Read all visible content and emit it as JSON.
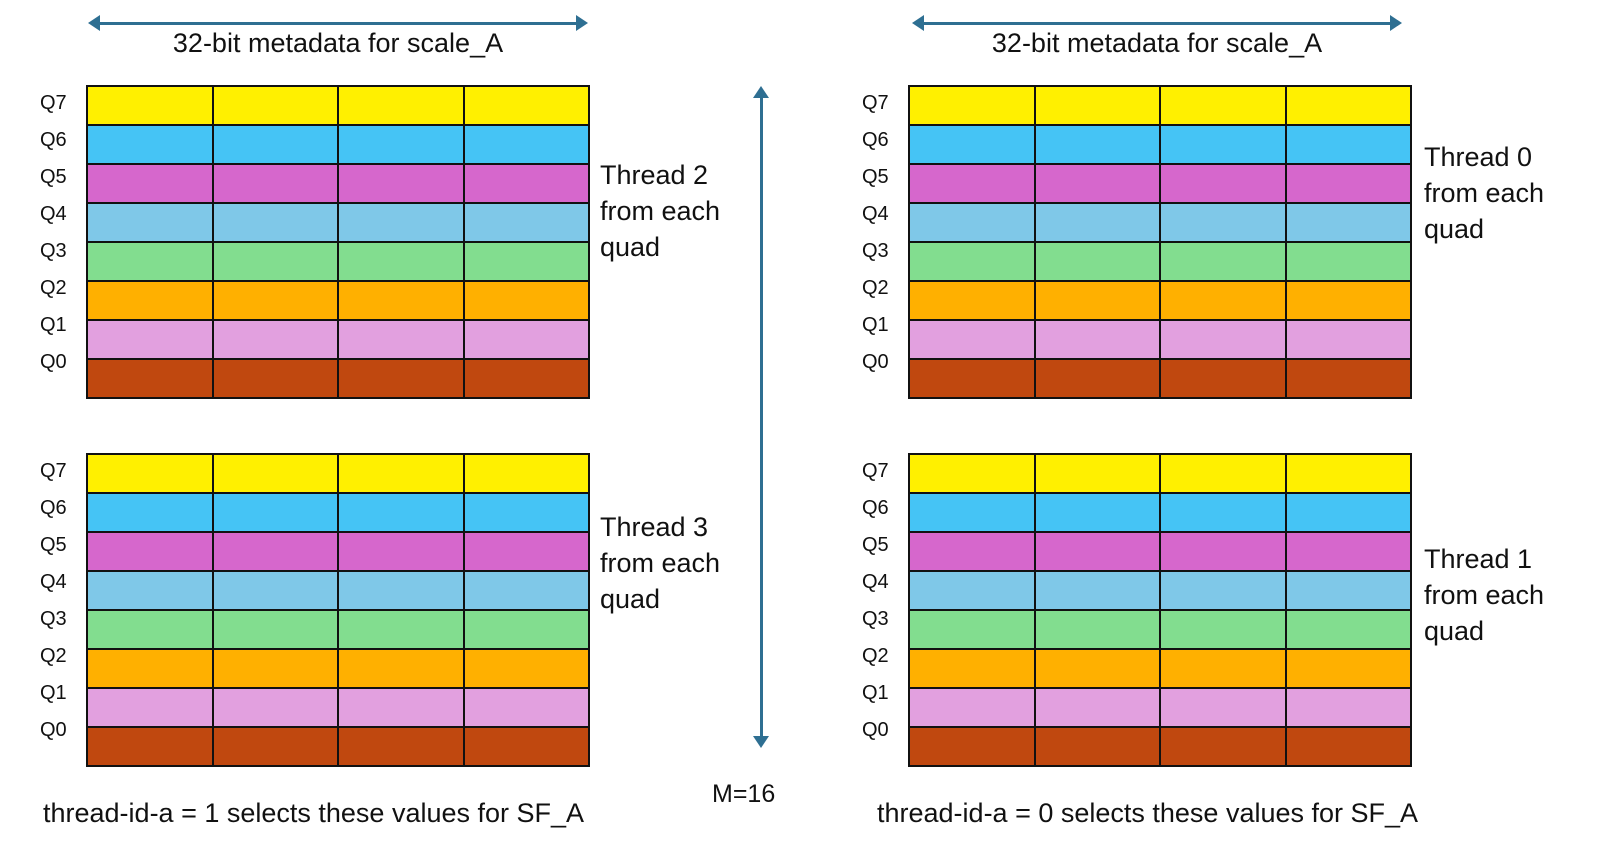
{
  "diagram": {
    "title_text": "32-bit metadata for scale_A",
    "arrow_color": "#2E6F92",
    "border_color": "#111111",
    "row_labels": [
      "Q7",
      "Q6",
      "Q5",
      "Q4",
      "Q3",
      "Q2",
      "Q1",
      "Q0"
    ],
    "row_colors": {
      "Q7": "#FFF000",
      "Q6": "#45C4F5",
      "Q5": "#D667CC",
      "Q4": "#7FC8E8",
      "Q3": "#82DD8F",
      "Q2": "#FFB000",
      "Q1": "#E2A0DF",
      "Q0": "#C0480F"
    },
    "columns_per_grid": 4,
    "rows_per_grid": 8,
    "vertical_axis_label": "M=16",
    "panels": [
      {
        "id": "top-left",
        "header": "32-bit metadata for scale_A",
        "side_note": "Thread 2 from each quad"
      },
      {
        "id": "bottom-left",
        "header": "",
        "side_note": "Thread 3 from each quad"
      },
      {
        "id": "top-right",
        "header": "32-bit metadata for scale_A",
        "side_note": "Thread 0 from each quad"
      },
      {
        "id": "bottom-right",
        "header": "",
        "side_note": "Thread 1 from each quad"
      }
    ],
    "footers": {
      "left": "thread-id-a = 1 selects these values  for SF_A",
      "right": "thread-id-a = 0 selects these values  for SF_A"
    }
  }
}
